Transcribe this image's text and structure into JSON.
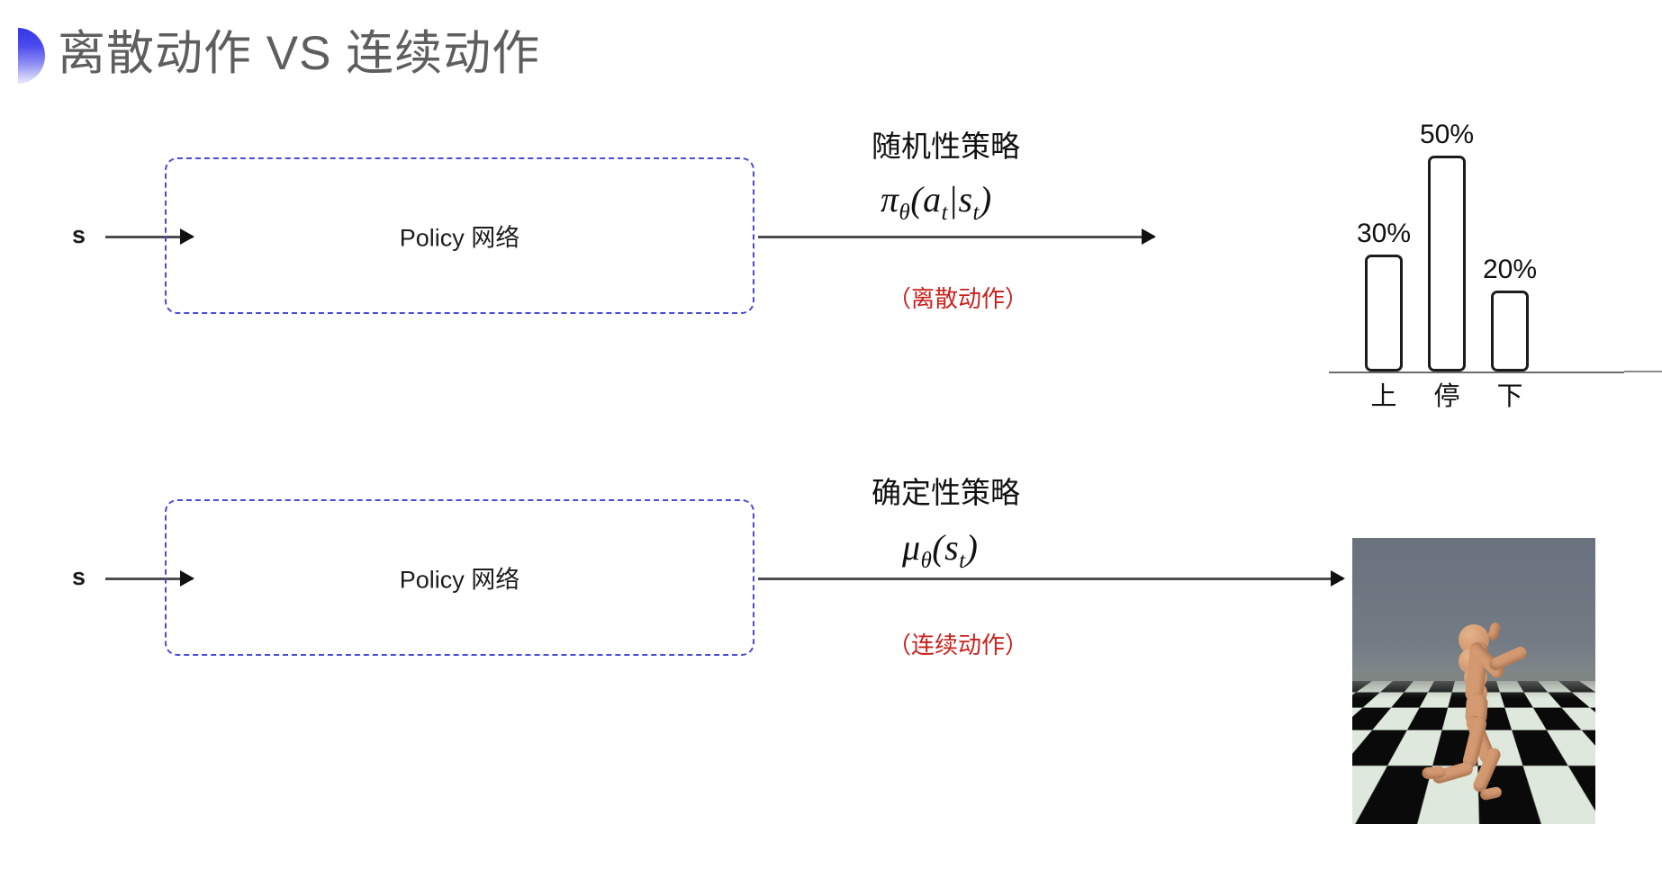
{
  "slide": {
    "title": "离散动作 VS 连续动作",
    "bullet_icon": "half-circle-bullet",
    "title_color": "#5e5e5e",
    "accent_color": "#3434e8",
    "note_color": "#c9211e",
    "box_border_color": "#4b4bd8"
  },
  "rows": [
    {
      "id": "discrete",
      "state_label": "s",
      "box_label": "Policy 网络",
      "policy_name": "随机性策略",
      "formula_parts": {
        "head": "π",
        "head_sub": "θ",
        "open": "(",
        "arg1": "a",
        "arg1_sub": "t",
        "bar": "|",
        "arg2": "s",
        "arg2_sub": "t",
        "close": ")"
      },
      "formula_plain": "π_θ(a_t|s_t)",
      "note": "（离散动作）",
      "output_type": "bar-chart"
    },
    {
      "id": "continuous",
      "state_label": "s",
      "box_label": "Policy 网络",
      "policy_name": "确定性策略",
      "formula_parts": {
        "head": "μ",
        "head_sub": "θ",
        "open": "(",
        "arg2": "s",
        "arg2_sub": "t",
        "close": ")"
      },
      "formula_plain": "μ_θ(s_t)",
      "note": "（连续动作）",
      "output_type": "humanoid-simulation-image"
    }
  ],
  "chart_data": {
    "type": "bar",
    "categories": [
      "上",
      "停",
      "下"
    ],
    "values": [
      30,
      50,
      20
    ],
    "value_labels": [
      "30%",
      "50%",
      "20%"
    ],
    "title": "",
    "xlabel": "",
    "ylabel": "",
    "ylim": [
      0,
      60
    ],
    "grid": false,
    "legend": false
  },
  "simulation": {
    "caption": "",
    "scene": "MuJoCo humanoid on checkerboard floor",
    "sky_color": "#6d7681",
    "floor_colors": [
      "#0a0a0a",
      "#dfe8dc"
    ],
    "body_color": "#d39a72"
  }
}
